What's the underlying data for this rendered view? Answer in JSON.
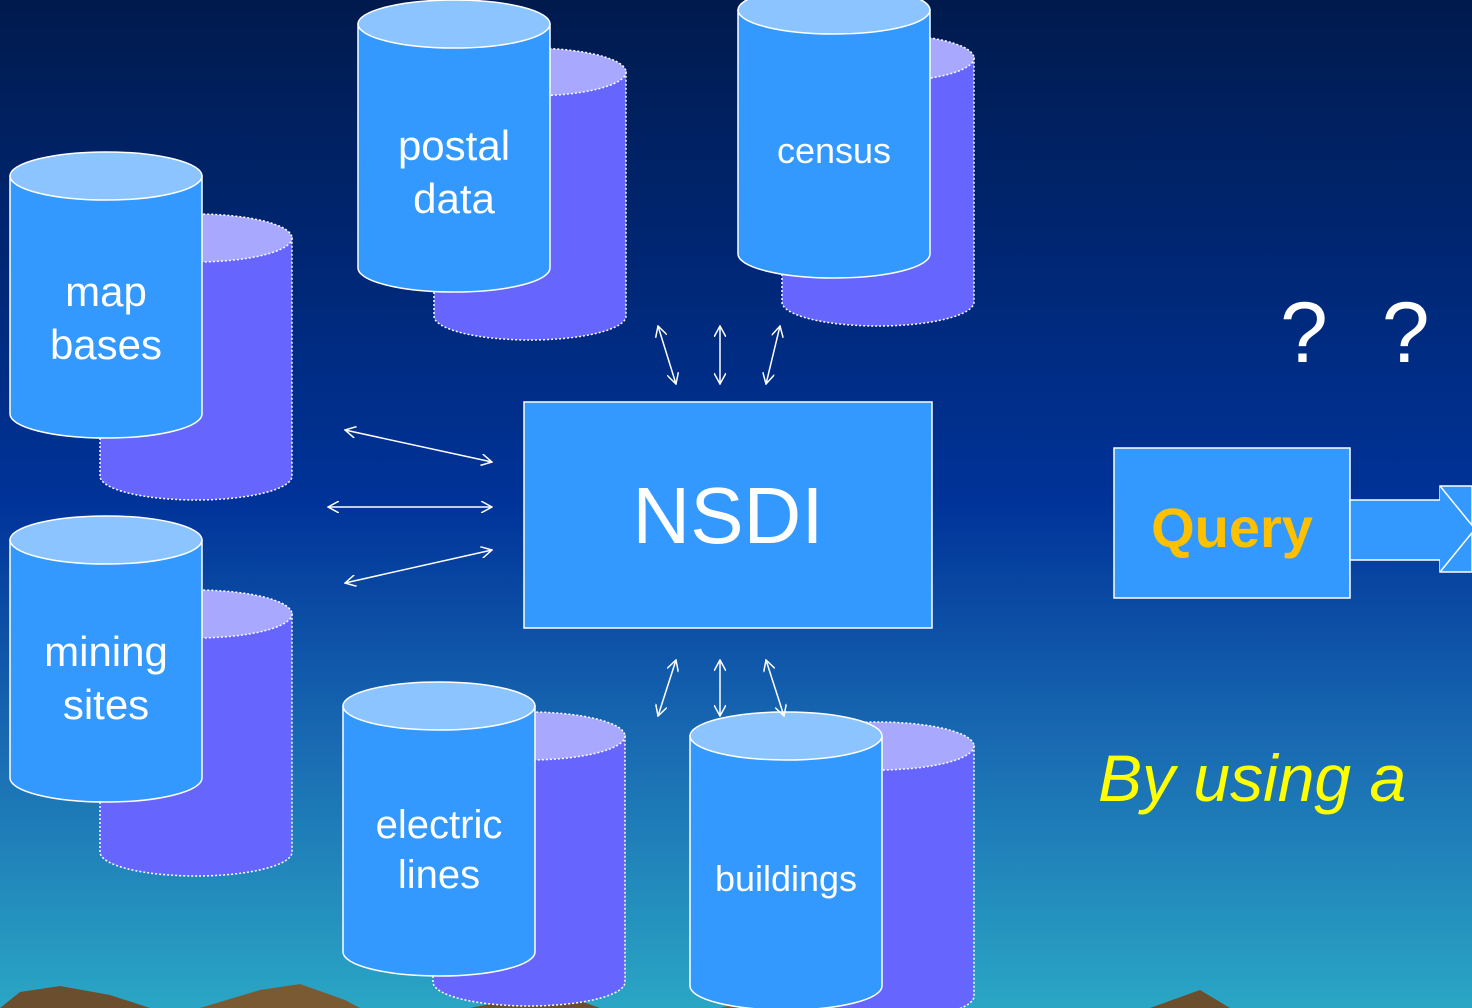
{
  "databases": [
    {
      "id": "map-bases",
      "lines": [
        "map",
        "bases"
      ]
    },
    {
      "id": "mining-sites",
      "lines": [
        "mining",
        "sites"
      ]
    },
    {
      "id": "postal-data",
      "lines": [
        "postal",
        "data"
      ]
    },
    {
      "id": "census",
      "lines": [
        "census"
      ]
    },
    {
      "id": "electric-lines",
      "lines": [
        "electric",
        "lines"
      ]
    },
    {
      "id": "buildings",
      "lines": [
        "buildings"
      ]
    }
  ],
  "center": {
    "label": "NSDI"
  },
  "query": {
    "label": "Query",
    "marks": "? ?"
  },
  "tagline": "By using a",
  "colors": {
    "background_top": "#001a4d",
    "background_mid": "#003399",
    "background_bottom": "#2aa6c4",
    "cylinder_front": "#3399ff",
    "cylinder_front_top": "#8cc4ff",
    "cylinder_back": "#6666ff",
    "cylinder_back_top": "#a8a8ff",
    "query_text": "#ffc000",
    "tagline_text": "#ffff00",
    "mountains": "#6b4e2e"
  }
}
